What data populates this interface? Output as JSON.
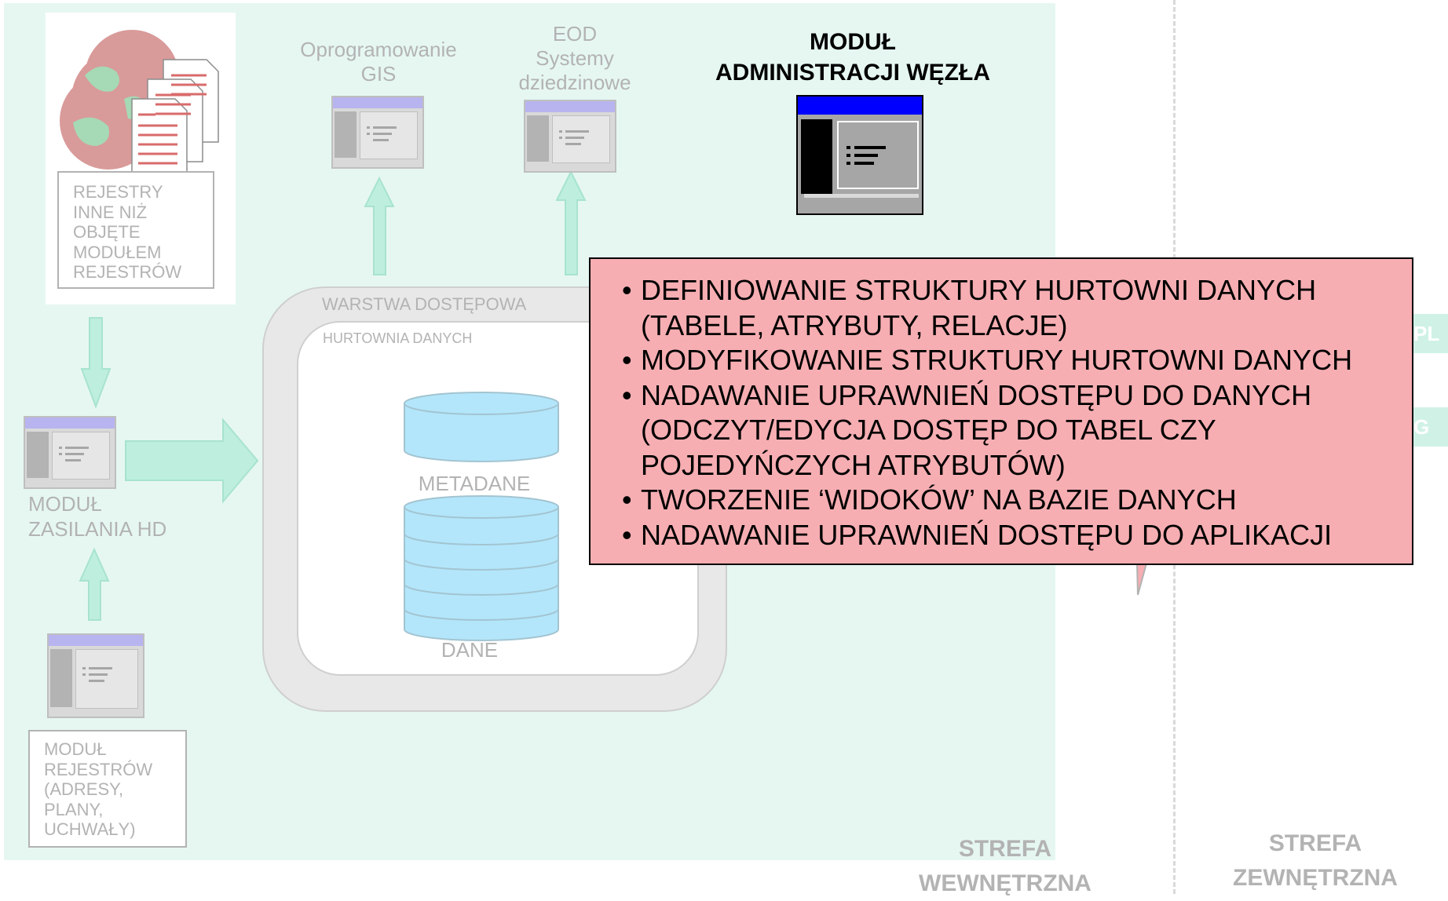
{
  "colors": {
    "internal_zone": "#e6f7f2",
    "arrow": "#bdeede",
    "arrow_stroke": "#a8e3cf",
    "faded_text": "#b3b3b3",
    "callout_fill": "#f6aeb2",
    "window_titlebar": "#b7b4ef",
    "admin_titlebar": "#0000ff",
    "cylinder_fill": "#b3e6fb",
    "cylinder_stroke": "#a3c4d1"
  },
  "registries_other": {
    "label": "REJESTRY\nINNE NIŻ\nOBJĘTE\nMODUŁEM\nREJESTRÓW",
    "icon": "globe-documents-icon"
  },
  "gis_software": {
    "label_line1": "Oprogramowanie",
    "label_line2": "GIS",
    "icon": "application-window-icon"
  },
  "eod": {
    "label_line1": "EOD",
    "label_line2": "Systemy",
    "label_line3": "dziedzinowe",
    "icon": "application-window-icon"
  },
  "admin_module": {
    "title_line1": "MODUŁ",
    "title_line2": "ADMINISTRACJI WĘZŁA",
    "icon": "application-window-icon"
  },
  "access_layer": {
    "label": "WARSTWA DOSTĘPOWA"
  },
  "data_warehouse": {
    "label": "HURTOWNIA DANYCH"
  },
  "metadata_db": {
    "label": "METADANE",
    "icon": "database-cylinder-icon"
  },
  "data_db": {
    "label": "DANE",
    "icon": "database-cylinder-icon"
  },
  "feed_module": {
    "label_line1": "MODUŁ",
    "label_line2": "ZASILANIA HD",
    "icon": "application-window-icon"
  },
  "registry_module": {
    "label": "MODUŁ\nREJESTRÓW\n(ADRESY,\nPLANY,\nUCHWAŁY)",
    "icon": "application-window-icon"
  },
  "callout": {
    "items": [
      "DEFINIOWANIE STRUKTURY HURTOWNI DANYCH (TABELE, ATRYBUTY, RELACJE)",
      "MODYFIKOWANIE STRUKTURY HURTOWNI DANYCH",
      "NADAWANIE UPRAWNIEŃ DOSTĘPU DO DANYCH (ODCZYT/EDYCJA DOSTĘP DO TABEL CZY POJEDYŃCZYCH ATRYBUTÓW)",
      "TWORZENIE ‘WIDOKÓW’ NA BAZIE DANYCH",
      "NADAWANIE UPRAWNIEŃ DOSTĘPU DO APLIKACJI"
    ]
  },
  "edge_tabs": {
    "top": "PL",
    "bottom": "G"
  },
  "zones": {
    "internal": "STREFA\nWEWNĘTRZNA",
    "external": "STREFA\nZEWNĘTRZNA"
  }
}
